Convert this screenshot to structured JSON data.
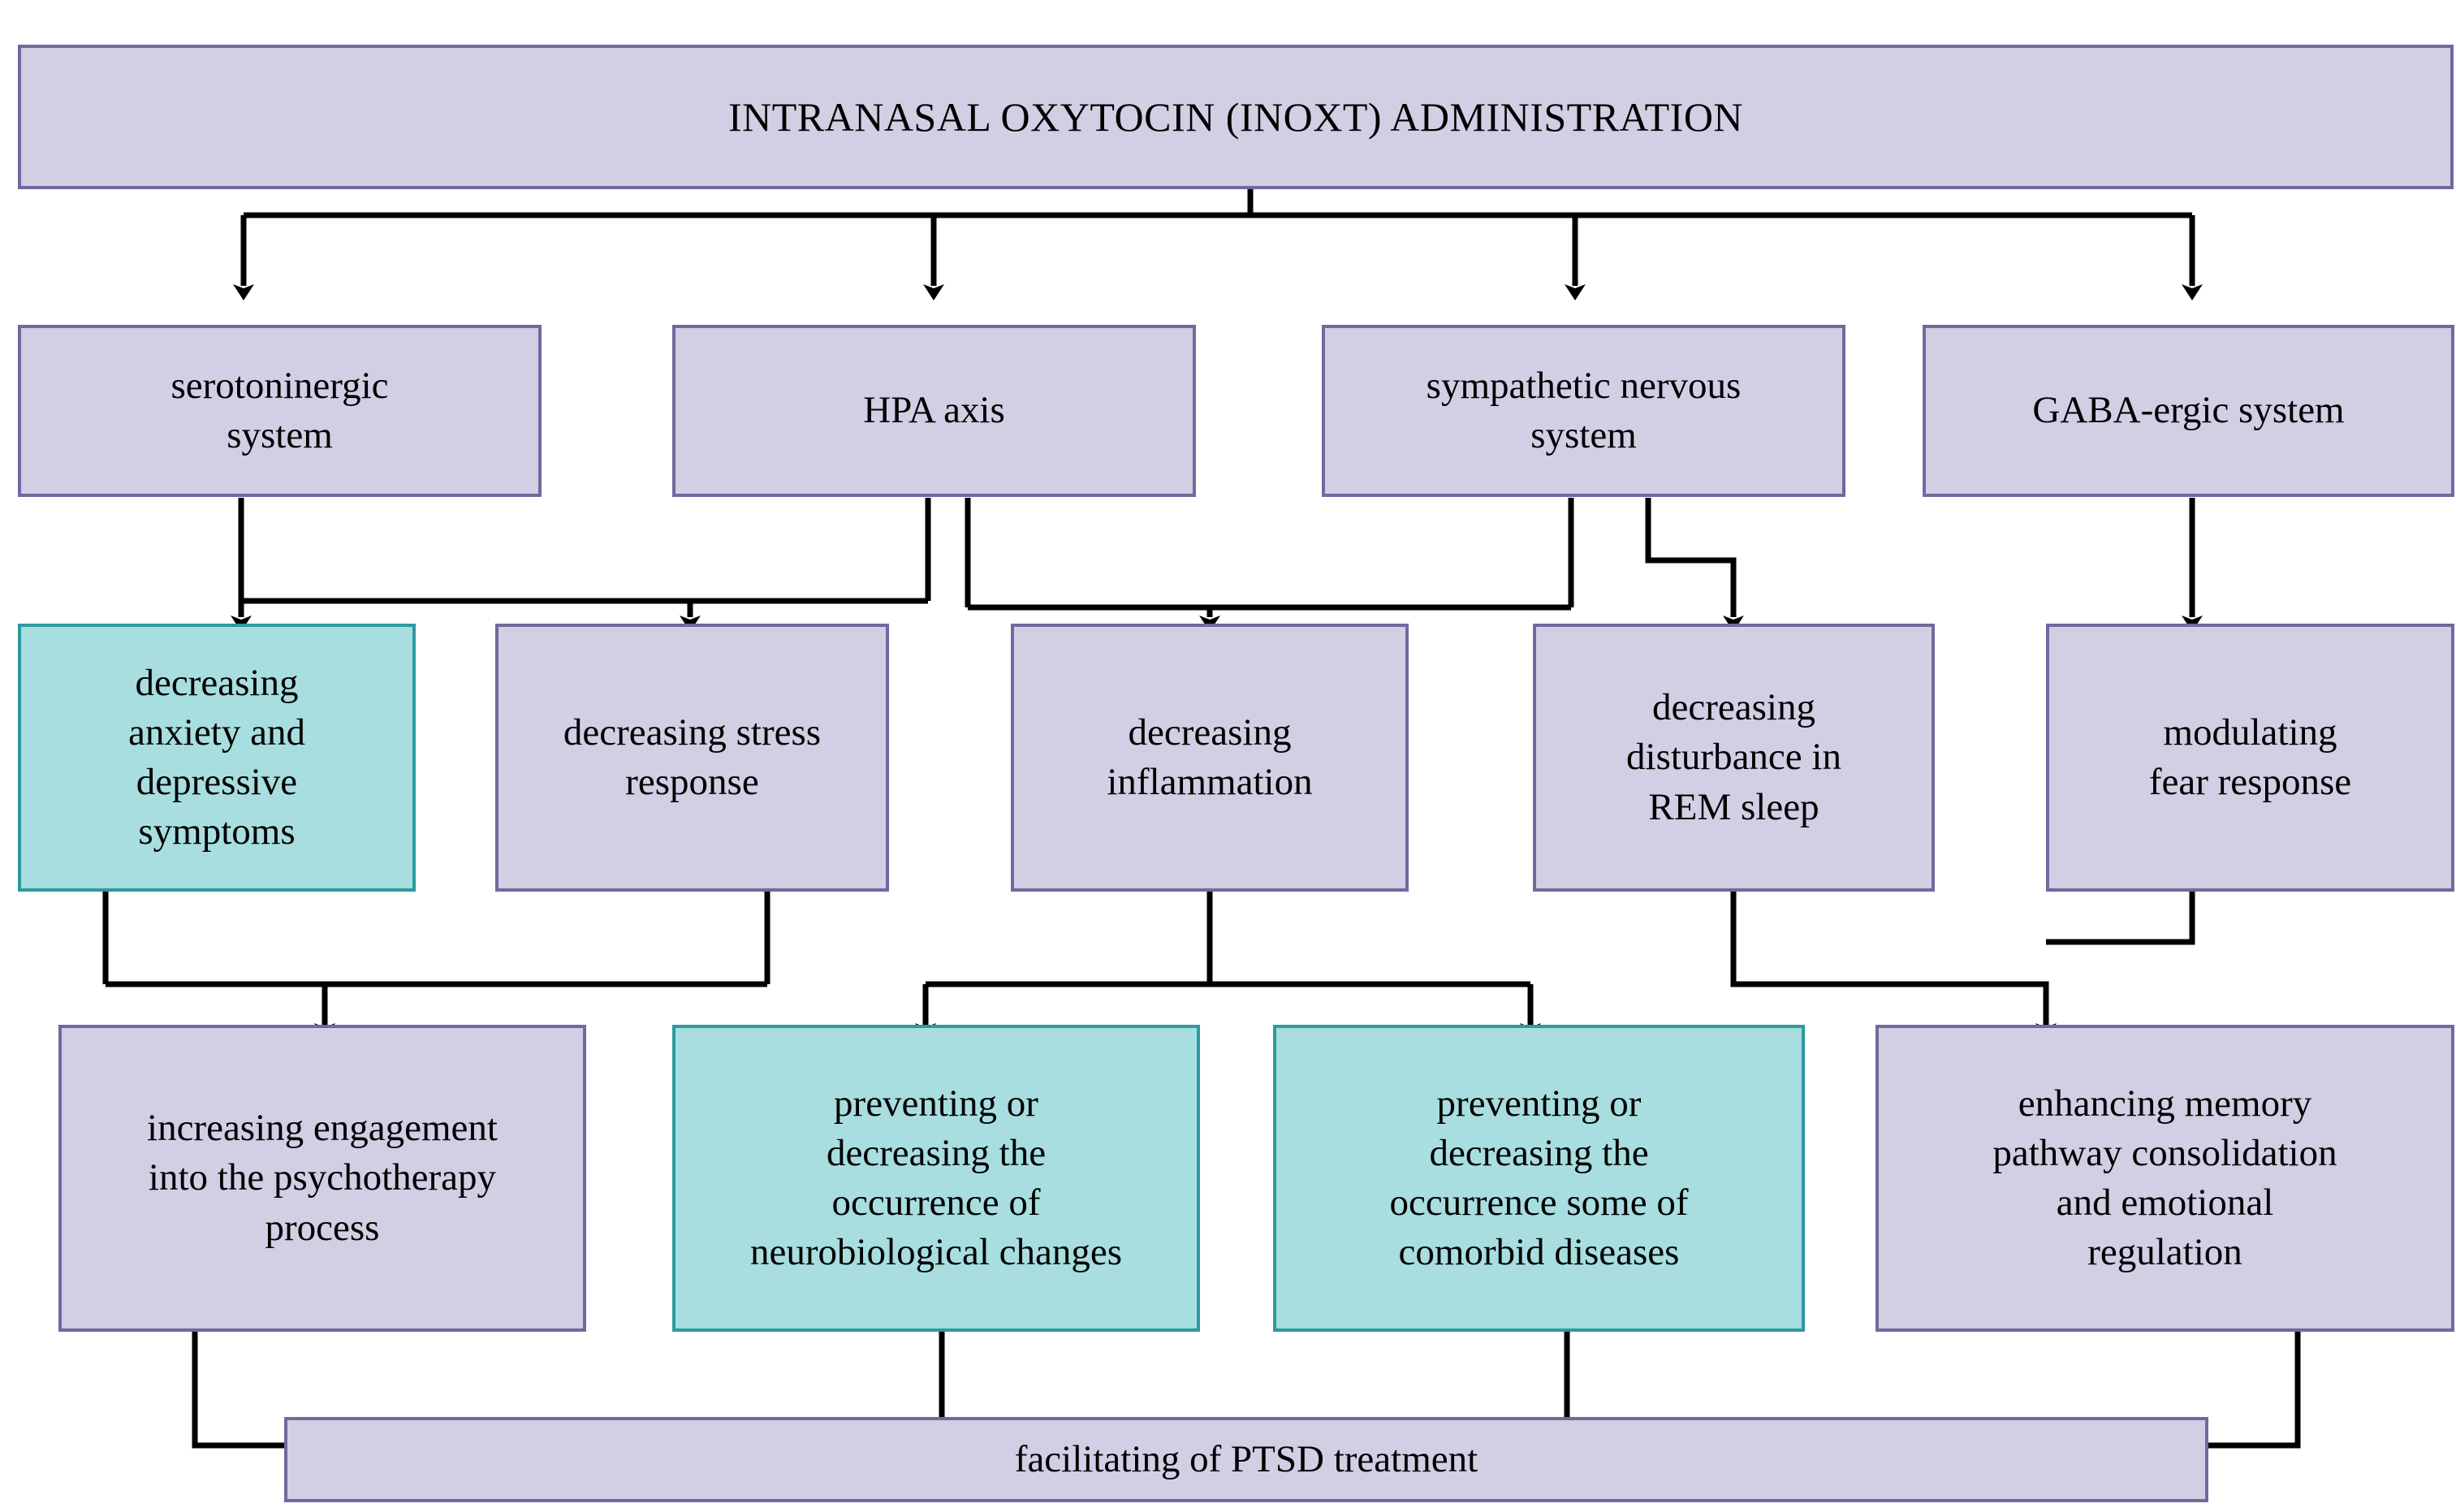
{
  "diagram": {
    "title_box": {
      "label": "INTRANASAL OXYTOCIN (INOXT) ADMINISTRATION",
      "fill": "#d0cfe4",
      "border": "#6f6a9e"
    },
    "systems": [
      {
        "label": "serotoninergic\nsystem",
        "fill": "#d0cfe4",
        "border": "#6f6a9e"
      },
      {
        "label": "HPA axis",
        "fill": "#d0cfe4",
        "border": "#6f6a9e"
      },
      {
        "label": "sympathetic nervous\nsystem",
        "fill": "#d0cfe4",
        "border": "#6f6a9e"
      },
      {
        "label": "GABA-ergic system",
        "fill": "#d0cfe4",
        "border": "#6f6a9e"
      }
    ],
    "effects": [
      {
        "label": "decreasing\nanxiety and\ndepressive\nsymptoms",
        "fill": "#a8dee0",
        "border": "#2e9aa0",
        "highlight": "teal"
      },
      {
        "label": "decreasing stress\nresponse",
        "fill": "#d0cfe4",
        "border": "#6f6a9e",
        "highlight": "none"
      },
      {
        "label": "decreasing\ninflammation",
        "fill": "#d0cfe4",
        "border": "#6f6a9e",
        "highlight": "none"
      },
      {
        "label": "decreasing\ndisturbance in\nREM sleep",
        "fill": "#d0cfe4",
        "border": "#6f6a9e",
        "highlight": "none"
      },
      {
        "label": "modulating\nfear response",
        "fill": "#d0cfe4",
        "border": "#6f6a9e",
        "highlight": "none"
      }
    ],
    "outcomes": [
      {
        "label": "increasing engagement\ninto the psychotherapy\nprocess",
        "fill": "#d0cfe4",
        "border": "#6f6a9e",
        "highlight": "none"
      },
      {
        "label": "preventing or\ndecreasing the\noccurrence of\nneurobiological changes",
        "fill": "#a8dee0",
        "border": "#2e9aa0",
        "highlight": "teal"
      },
      {
        "label": "preventing or\ndecreasing the\noccurrence some of\ncomorbid diseases",
        "fill": "#a8dee0",
        "border": "#2e9aa0",
        "highlight": "teal"
      },
      {
        "label": "enhancing memory\npathway consolidation\nand emotional\nregulation",
        "fill": "#d0cfe4",
        "border": "#6f6a9e",
        "highlight": "none"
      }
    ],
    "final_box": {
      "label": "facilitating of PTSD treatment",
      "fill": "#d0cfe4",
      "border": "#6f6a9e"
    },
    "connector_color": "#000000"
  }
}
